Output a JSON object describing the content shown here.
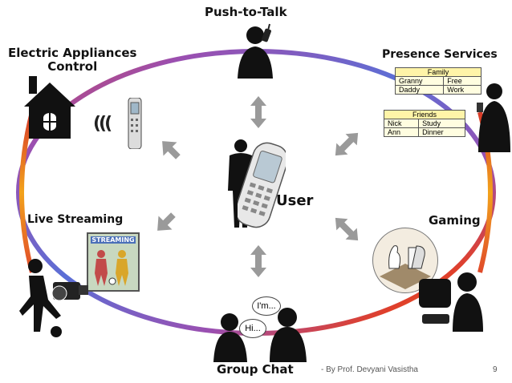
{
  "labels": {
    "push_to_talk": "Push-to-Talk",
    "electric_line1": "Electric Appliances",
    "electric_line2": "Control",
    "presence": "Presence Services",
    "live_streaming": "Live Streaming",
    "gaming": "Gaming",
    "group_chat": "Group Chat",
    "user": "User"
  },
  "presence_tables": {
    "family": {
      "title": "Family",
      "rows": [
        [
          "Granny",
          "Free"
        ],
        [
          "Daddy",
          "Work"
        ]
      ]
    },
    "friends": {
      "title": "Friends",
      "rows": [
        [
          "Nick",
          "Study"
        ],
        [
          "Ann",
          "Dinner"
        ]
      ]
    }
  },
  "streaming_sign": "STREAMING",
  "chat_bubbles": {
    "left": "Hi...",
    "right": "I'm..."
  },
  "footer": {
    "credit": "- By Prof. Devyani Vasistha",
    "page": "9"
  },
  "colors": {
    "ring_blue": "#5b6fd6",
    "ring_purple": "#9b4fb0",
    "ring_red": "#e0402a",
    "ring_orange": "#f39a1c",
    "arrow_gray": "#9a9a9a"
  }
}
